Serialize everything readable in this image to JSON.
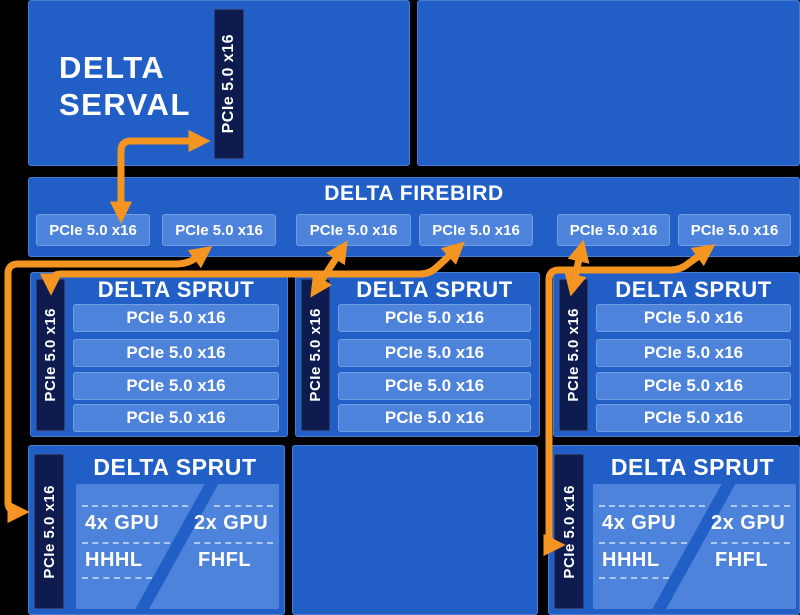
{
  "colors": {
    "background": "#000000",
    "box_blue": "#215fc6",
    "slot_blue": "#4d83da",
    "tab_navy": "#0d1b4e",
    "arrow_orange": "#f49421",
    "text": "#ffffff"
  },
  "serval": {
    "name_line1": "DELTA",
    "name_line2": "SERVAL",
    "pcie_tab": "PCIe 5.0 x16"
  },
  "firebird": {
    "title": "DELTA FIREBIRD",
    "slots": [
      "PCIe 5.0 x16",
      "PCIe 5.0 x16",
      "PCIe 5.0 x16",
      "PCIe 5.0 x16",
      "PCIe 5.0 x16",
      "PCIe 5.0 x16"
    ]
  },
  "sprut_switches": [
    {
      "title": "DELTA SPRUT",
      "uplink_tab": "PCIe 5.0 x16",
      "slots": [
        "PCIe 5.0 x16",
        "PCIe 5.0 x16",
        "PCIe 5.0 x16",
        "PCIe 5.0 x16"
      ]
    },
    {
      "title": "DELTA SPRUT",
      "uplink_tab": "PCIe 5.0 x16",
      "slots": [
        "PCIe 5.0 x16",
        "PCIe 5.0 x16",
        "PCIe 5.0 x16",
        "PCIe 5.0 x16"
      ]
    },
    {
      "title": "DELTA SPRUT",
      "uplink_tab": "PCIe 5.0 x16",
      "slots": [
        "PCIe 5.0 x16",
        "PCIe 5.0 x16",
        "PCIe 5.0 x16",
        "PCIe 5.0 x16"
      ]
    }
  ],
  "gpu_shelves": [
    {
      "title": "DELTA SPRUT",
      "uplink_tab": "PCIe 5.0 x16",
      "left_capacity": "4x GPU",
      "left_form_factor": "HHHL",
      "right_capacity": "2x GPU",
      "right_form_factor": "FHFL"
    },
    {
      "title": "DELTA SPRUT",
      "uplink_tab": "PCIe 5.0 x16",
      "left_capacity": "4x GPU",
      "left_form_factor": "HHHL",
      "right_capacity": "2x GPU",
      "right_form_factor": "FHFL"
    }
  ],
  "connections": [
    {
      "from": "delta-serval-pcie-tab",
      "to": "firebird-slot-1",
      "bidirectional": true
    },
    {
      "from": "firebird-slot-2",
      "to": "gpu-shelf-left-uplink",
      "bidirectional": true
    },
    {
      "from": "firebird-slot-3",
      "to": "sprut-switch-2-uplink",
      "bidirectional": true
    },
    {
      "from": "firebird-slot-4",
      "to": "sprut-switch-1-uplink",
      "bidirectional": true
    },
    {
      "from": "firebird-slot-5",
      "to": "sprut-switch-3-uplink",
      "bidirectional": true
    },
    {
      "from": "firebird-slot-6",
      "to": "gpu-shelf-right-uplink",
      "bidirectional": true
    }
  ]
}
